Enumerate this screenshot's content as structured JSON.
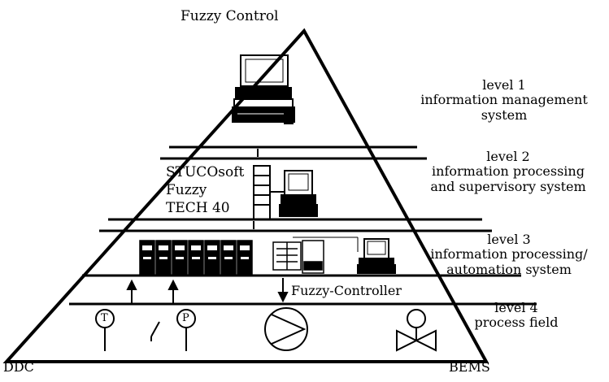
{
  "title": "Fuzzy Control",
  "corners": {
    "left": "DDC",
    "right": "BEMS"
  },
  "levels": [
    {
      "name": "level 1",
      "lines": [
        "information management",
        "system"
      ]
    },
    {
      "name": "level 2",
      "lines": [
        "information processing",
        "and supervisory system"
      ]
    },
    {
      "name": "level 3",
      "lines": [
        "information processing/",
        "automation system"
      ]
    },
    {
      "name": "level 4",
      "lines": [
        "process field"
      ]
    }
  ],
  "software_labels": [
    "STUCOsoft",
    "Fuzzy",
    "TECH 40"
  ],
  "controller_label": "Fuzzy-Controller",
  "gauge_letters": [
    "T",
    "P"
  ],
  "icons": [
    "mainframe-computer-icon",
    "workstation-computer-icon",
    "server-rack-icon",
    "controller-modules-icon",
    "terminal-icon",
    "temperature-sensor-icon",
    "pressure-switch-icon",
    "pump-icon",
    "valve-icon"
  ]
}
